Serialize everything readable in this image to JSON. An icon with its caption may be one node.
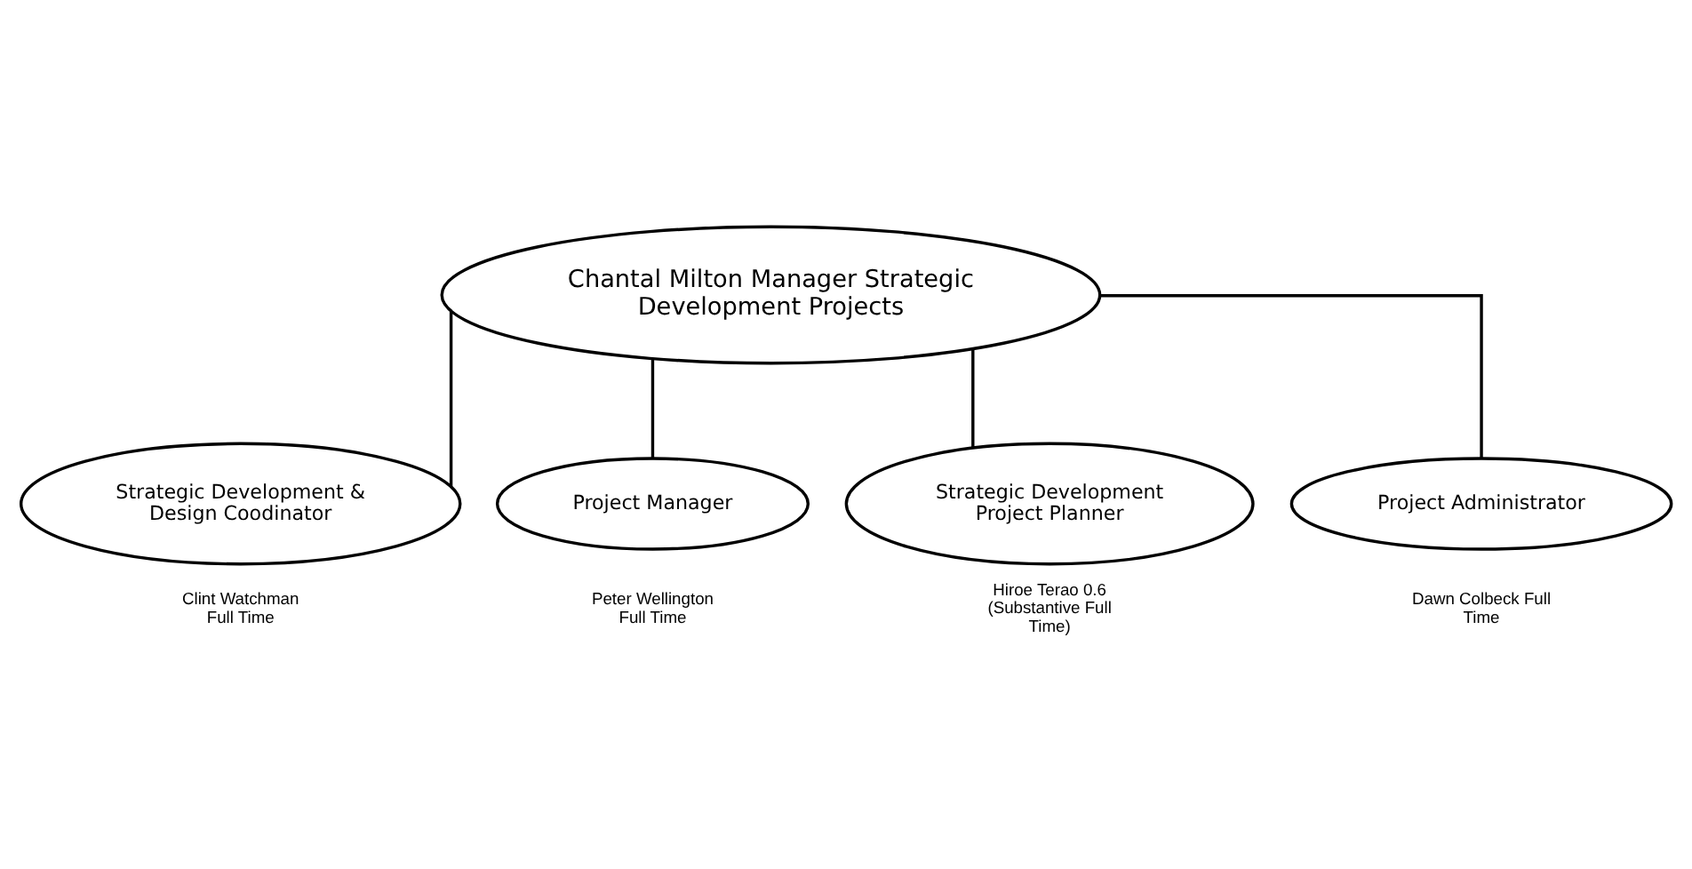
{
  "diagram": {
    "nodes": [
      {
        "text": [
          "Chantal Milton Manager Strategic Development Projects"
        ]
      },
      {
        "text": [
          "Strategic Development & Design Coodinator"
        ],
        "beside": [
          "Clint Watchman Full Time"
        ]
      },
      {
        "text": [
          "Project Manager"
        ],
        "beside": [
          "Peter Wellington Full Time"
        ]
      },
      {
        "text": [
          "Strategic Development Project Planner"
        ],
        "beside": [
          "Hiroe Terao 0.6 (Substantive Full Time)"
        ]
      },
      {
        "text": [
          "Project Administrator"
        ],
        "beside": [
          "Dawn Colbeck Full Time"
        ]
      }
    ],
    "edges": [
      {
        "from": 0,
        "to": 1,
        "arrow": "none"
      },
      {
        "from": 0,
        "to": 2,
        "arrow": "none"
      },
      {
        "from": 0,
        "to": 3,
        "arrow": "none"
      },
      {
        "from": 0,
        "to": 4,
        "arrow": "none"
      }
    ]
  }
}
